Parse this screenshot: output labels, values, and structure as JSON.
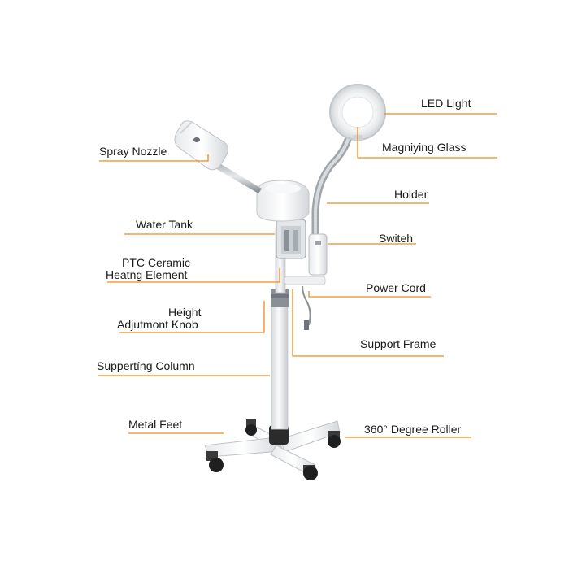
{
  "colors": {
    "accent": "#f08a1e",
    "text": "#1a1a1a",
    "device_white": "#f4f5f6",
    "device_shadow": "#c9cdd1",
    "dark": "#2a2a2a"
  },
  "labels_left": [
    {
      "key": "spray_nozzle",
      "text": "Spray Nozzle"
    },
    {
      "key": "water_tank",
      "text": "Water Tank"
    },
    {
      "key": "ptc_line1",
      "text": "PTC Ceramic"
    },
    {
      "key": "ptc_line2",
      "text": "Heatng Element"
    },
    {
      "key": "height_line1",
      "text": "Height"
    },
    {
      "key": "height_line2",
      "text": "Adjutmont Knob"
    },
    {
      "key": "supporting_column",
      "text": "Suppertíng Column"
    },
    {
      "key": "metal_feet",
      "text": "Metal Feet"
    }
  ],
  "labels_right": [
    {
      "key": "led_light",
      "text": "LED Light"
    },
    {
      "key": "magnifying_glass",
      "text": "Magniying Glass"
    },
    {
      "key": "holder",
      "text": "Holder"
    },
    {
      "key": "switch",
      "text": "Switeh"
    },
    {
      "key": "power_cord",
      "text": "Power Cord"
    },
    {
      "key": "support_frame",
      "text": "Support Frame"
    },
    {
      "key": "roller",
      "text": "360° Degree Roller"
    }
  ],
  "icons": [
    "steamer-device-illustration",
    "magnifying-lamp-icon",
    "caster-wheel-icon"
  ]
}
